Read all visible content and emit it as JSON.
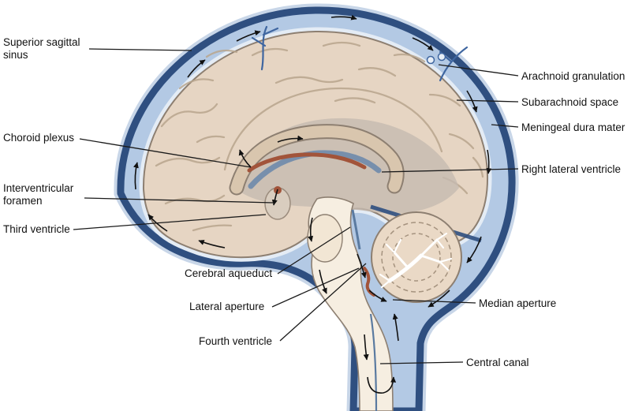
{
  "diagram": {
    "labels": {
      "superior_sagittal_sinus": "Superior sagittal sinus",
      "choroid_plexus": "Choroid plexus",
      "interventricular_foramen": "Interventricular foramen",
      "third_ventricle": "Third ventricle",
      "cerebral_aqueduct": "Cerebral aqueduct",
      "lateral_aperture": "Lateral aperture",
      "fourth_ventricle": "Fourth ventricle",
      "arachnoid_granulation": "Arachnoid granulation",
      "subarachnoid_space": "Subarachnoid space",
      "meningeal_dura_mater": "Meningeal dura mater",
      "right_lateral_ventricle": "Right lateral ventricle",
      "median_aperture": "Median aperture",
      "central_canal": "Central canal"
    },
    "colors": {
      "dura": "#2f4f80",
      "csf": "#b3c9e4",
      "halo": "#c8d6e8",
      "brain": "#e6d5c3",
      "brain_outline": "#8d7f71",
      "sulci": "#b9a68e",
      "gray_matter_shade": "#c6bab0",
      "corpus_callosum": "#d9c6ae",
      "ventricle": "#6e89ab",
      "choroid": "#a2543a",
      "brainstem": "#f6eee1",
      "cerebellum": "#ead9c6",
      "canal": "#5a7aa0",
      "vein": "#3f66a0",
      "arrow": "#111111",
      "label_text": "#111111"
    }
  }
}
